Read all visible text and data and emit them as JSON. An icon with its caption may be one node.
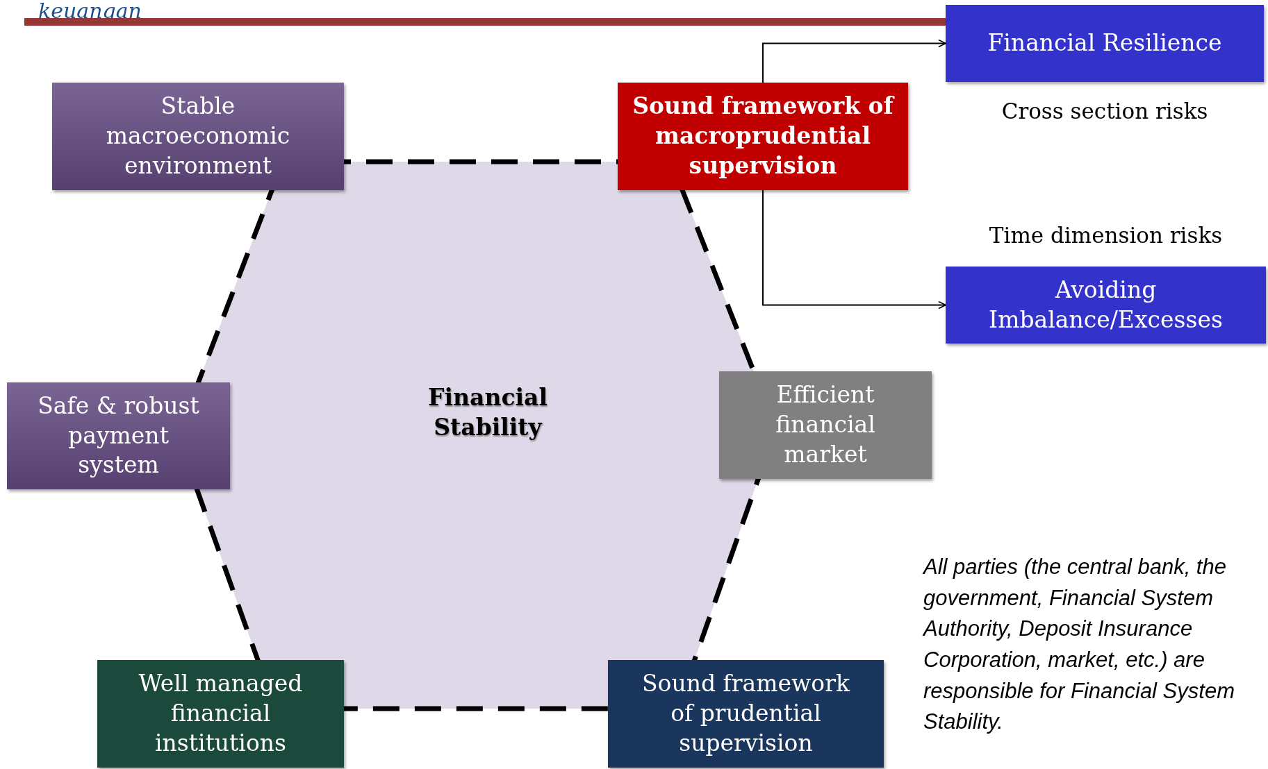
{
  "diagram": {
    "title": "keuangan",
    "nodes": [
      {
        "text": [
          "Stable macroeconomic environment"
        ]
      },
      {
        "text": [
          "Sound framework of macroprudential supervision"
        ]
      },
      {
        "text": [
          "Financial Resilience"
        ],
        "beside": [
          "Cross section risks"
        ]
      },
      {
        "text": [
          "Avoiding Imbalance/Excesses"
        ],
        "beside": [
          "Time dimension risks"
        ]
      },
      {
        "text": [
          "Safe & robust payment system"
        ]
      },
      {
        "text": [
          "Financial Stability"
        ]
      },
      {
        "text": [
          "Efficient financial market"
        ]
      },
      {
        "text": [
          "Well managed financial institutions"
        ]
      },
      {
        "text": [
          "Sound framework of prudential supervision"
        ]
      }
    ],
    "edges": [
      {
        "from": 1,
        "to": 2,
        "arrow": "to"
      },
      {
        "from": 1,
        "to": 3,
        "arrow": "to"
      }
    ],
    "labels": [
      "All parties (the central bank, the government, Financial System Authority, Deposit Insurance Corporation, market, etc.) are responsible for Financial System Stability."
    ]
  }
}
